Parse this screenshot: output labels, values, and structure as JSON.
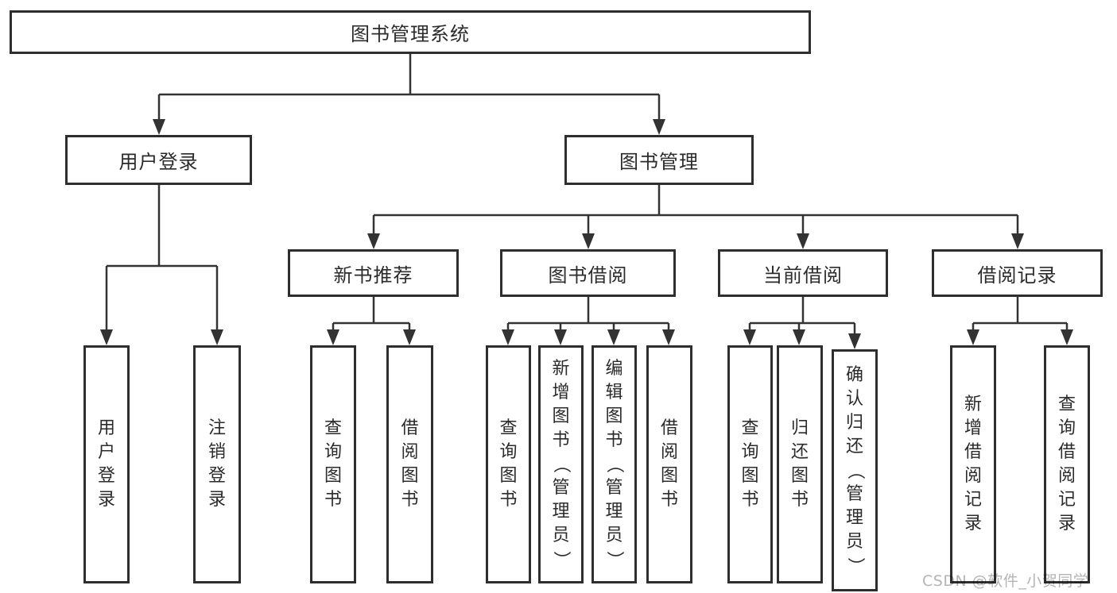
{
  "diagram": {
    "title": "图书管理系统",
    "colors": {
      "background": "#ffffff",
      "box_border": "#2e2e2e",
      "connector_line": "#333333",
      "text": "#2b2b2b",
      "watermark": "#b4b4b4"
    },
    "nodes": {
      "root": {
        "label": "图书管理系统"
      },
      "user_login": {
        "label": "用户登录"
      },
      "book_management": {
        "label": "图书管理"
      },
      "new_book_recommend": {
        "label": "新书推荐"
      },
      "book_borrow": {
        "label": "图书借阅"
      },
      "current_borrow": {
        "label": "当前借阅"
      },
      "borrow_records": {
        "label": "借阅记录"
      }
    },
    "leaves": {
      "user_login": "用户登录",
      "logout": "注销登录",
      "newbooks_query": "查询图书",
      "newbooks_borrow": "借阅图书",
      "borrow_query": "查询图书",
      "borrow_add": "新增图书（管理员）",
      "borrow_edit": "编辑图书（管理员）",
      "borrow_borrow": "借阅图书",
      "current_query": "查询图书",
      "current_return": "归还图书",
      "current_confirm": "确认归还（管理员）",
      "records_add": "新增借阅记录",
      "records_query": "查询借阅记录"
    },
    "watermark": "CSDN @软件_小贺同学"
  }
}
